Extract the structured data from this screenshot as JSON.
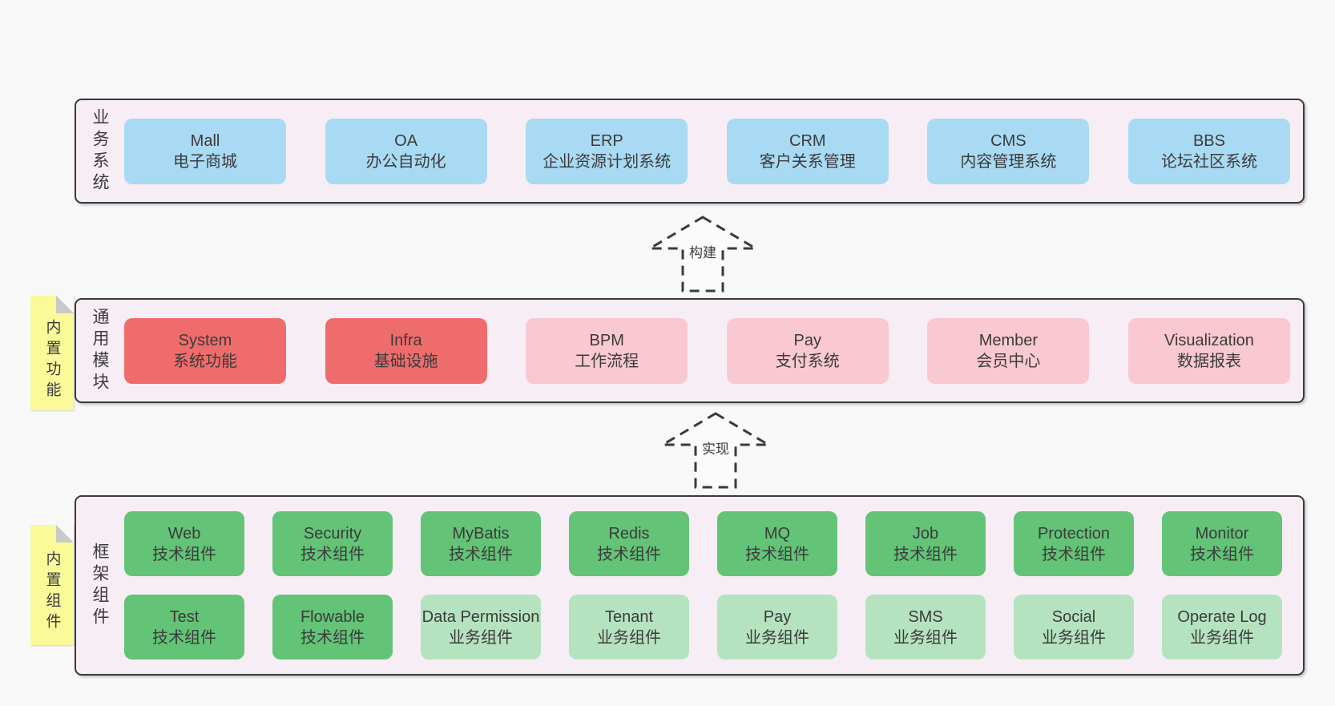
{
  "colors": {
    "page_bg": "#f8f8f8",
    "band_bg": "#f7edf5",
    "band_border": "#3a3a3a",
    "blue_box": "#a9daf3",
    "red_box": "#ef6c6c",
    "pink_box": "#fac8d1",
    "green_box": "#63c377",
    "light_green_box": "#b5e3bf",
    "sticky_bg": "#fafa9b"
  },
  "arrows": [
    {
      "label": "构建"
    },
    {
      "label": "实现"
    }
  ],
  "bands": [
    {
      "label": "业务系统",
      "boxes": [
        {
          "name": "Mall",
          "desc": "电子商城"
        },
        {
          "name": "OA",
          "desc": "办公自动化"
        },
        {
          "name": "ERP",
          "desc": "企业资源计划系统"
        },
        {
          "name": "CRM",
          "desc": "客户关系管理"
        },
        {
          "name": "CMS",
          "desc": "内容管理系统"
        },
        {
          "name": "BBS",
          "desc": "论坛社区系统"
        }
      ]
    },
    {
      "label": "通用模块",
      "sticky": "内置功能",
      "boxes": [
        {
          "name": "System",
          "desc": "系统功能"
        },
        {
          "name": "Infra",
          "desc": "基础设施"
        },
        {
          "name": "BPM",
          "desc": "工作流程"
        },
        {
          "name": "Pay",
          "desc": "支付系统"
        },
        {
          "name": "Member",
          "desc": "会员中心"
        },
        {
          "name": "Visualization",
          "desc": "数据报表"
        }
      ]
    },
    {
      "label": "框架组件",
      "sticky": "内置组件",
      "rows": [
        [
          {
            "name": "Web",
            "desc": "技术组件"
          },
          {
            "name": "Security",
            "desc": "技术组件"
          },
          {
            "name": "MyBatis",
            "desc": "技术组件"
          },
          {
            "name": "Redis",
            "desc": "技术组件"
          },
          {
            "name": "MQ",
            "desc": "技术组件"
          },
          {
            "name": "Job",
            "desc": "技术组件"
          },
          {
            "name": "Protection",
            "desc": "技术组件"
          },
          {
            "name": "Monitor",
            "desc": "技术组件"
          }
        ],
        [
          {
            "name": "Test",
            "desc": "技术组件"
          },
          {
            "name": "Flowable",
            "desc": "技术组件"
          },
          {
            "name": "Data Permission",
            "desc": "业务组件"
          },
          {
            "name": "Tenant",
            "desc": "业务组件"
          },
          {
            "name": "Pay",
            "desc": "业务组件"
          },
          {
            "name": "SMS",
            "desc": "业务组件"
          },
          {
            "name": "Social",
            "desc": "业务组件"
          },
          {
            "name": "Operate Log",
            "desc": "业务组件"
          }
        ]
      ]
    }
  ]
}
